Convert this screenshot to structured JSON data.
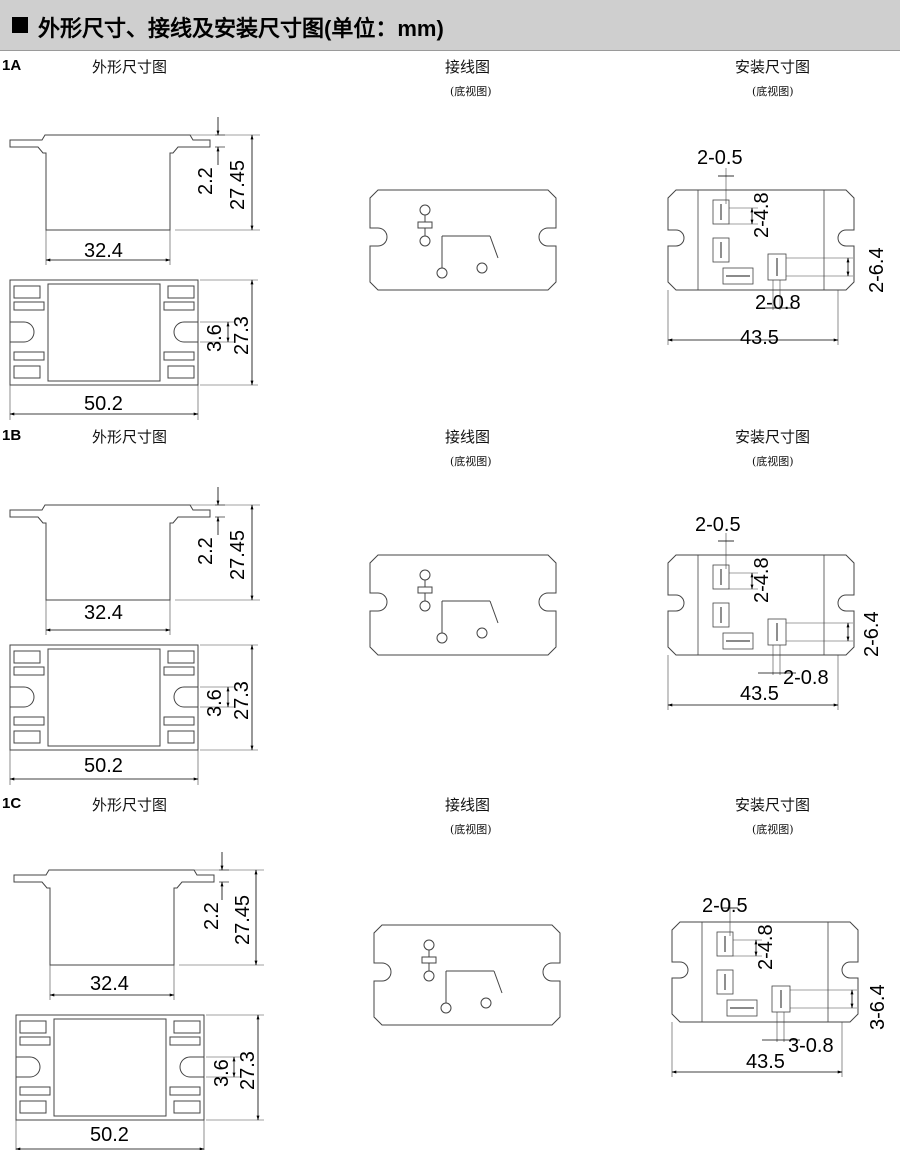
{
  "header": {
    "title": "外形尺寸、接线及安装尺寸图(单位：mm)"
  },
  "sections": [
    {
      "id": "1A",
      "label": "1A",
      "outline_title": "外形尺寸图",
      "wiring_title": "接线图",
      "wiring_subtitle": "(底视图)",
      "mount_title": "安装尺寸图",
      "mount_subtitle": "(底视图)",
      "dims": {
        "width_top": "32.4",
        "flange": "2.2",
        "height": "27.45",
        "width_bottom": "50.2",
        "slot": "3.6",
        "depth": "27.3",
        "pin_a": "2-0.5",
        "pin_b": "2-4.8",
        "pin_c": "2-0.8",
        "pin_d": "2-6.4",
        "mount_width": "43.5"
      }
    },
    {
      "id": "1B",
      "label": "1B",
      "outline_title": "外形尺寸图",
      "wiring_title": "接线图",
      "wiring_subtitle": "(底视图)",
      "mount_title": "安装尺寸图",
      "mount_subtitle": "(底视图)",
      "dims": {
        "width_top": "32.4",
        "flange": "2.2",
        "height": "27.45",
        "width_bottom": "50.2",
        "slot": "3.6",
        "depth": "27.3",
        "pin_a": "2-0.5",
        "pin_b": "2-4.8",
        "pin_c": "2-0.8",
        "pin_d": "2-6.4",
        "mount_width": "43.5"
      }
    },
    {
      "id": "1C",
      "label": "1C",
      "outline_title": "外形尺寸图",
      "wiring_title": "接线图",
      "wiring_subtitle": "(底视图)",
      "mount_title": "安装尺寸图",
      "mount_subtitle": "(底视图)",
      "dims": {
        "width_top": "32.4",
        "flange": "2.2",
        "height": "27.45",
        "width_bottom": "50.2",
        "slot": "3.6",
        "depth": "27.3",
        "pin_a": "2-0.5",
        "pin_b": "2-4.8",
        "pin_c": "3-0.8",
        "pin_d": "3-6.4",
        "mount_width": "43.5"
      }
    }
  ]
}
